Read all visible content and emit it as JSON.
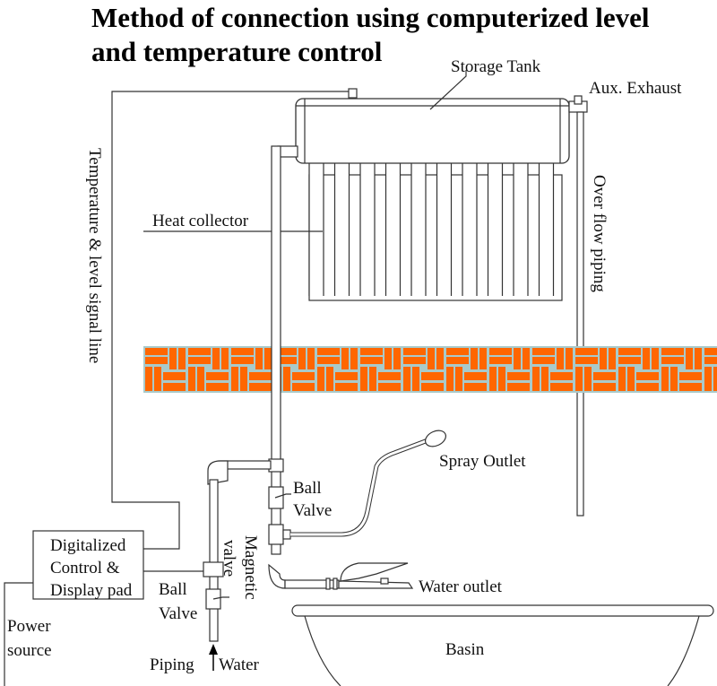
{
  "title": {
    "line1": "Method of connection using computerized level",
    "line2": "and temperature control"
  },
  "labels": {
    "storage_tank": "Storage Tank",
    "aux_exhaust": "Aux. Exhaust",
    "heat_collector": "Heat collector",
    "over_flow_piping": "Over flow piping",
    "signal_line": "Temperature & level signal line",
    "spray_outlet": "Spray Outlet",
    "ball_valve_upper_1": "Ball",
    "ball_valve_upper_2": "Valve",
    "magnetic_valve_1": "Magnetic",
    "magnetic_valve_2": "valve",
    "control_1": "Digitalized",
    "control_2": "Control &",
    "control_3": "Display pad",
    "ball_valve_lower_1": "Ball",
    "ball_valve_lower_2": "Valve",
    "water_outlet": "Water outlet",
    "power_1": "Power",
    "power_2": "source",
    "piping": "Piping",
    "water": "Water",
    "basin": "Basin"
  },
  "colors": {
    "brick": "#FF6600",
    "mortar": "#A9CACA"
  }
}
